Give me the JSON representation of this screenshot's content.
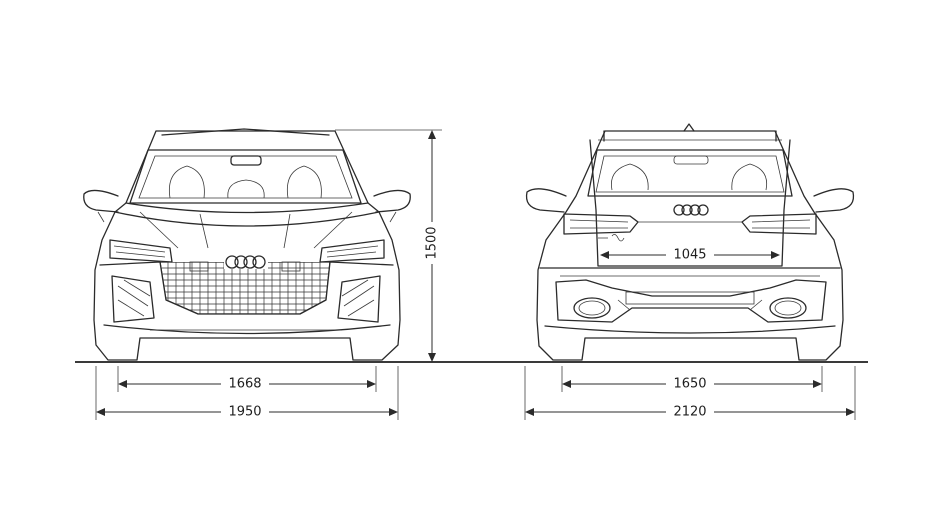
{
  "front_view": {
    "dimensions": {
      "track_width": "1668",
      "overall_width": "1950",
      "height": "1500"
    }
  },
  "rear_view": {
    "dimensions": {
      "trunk_opening_width": "1045",
      "track_width": "1650",
      "overall_width": "2120"
    }
  },
  "colors": {
    "line": "#2b2b2b",
    "background": "#ffffff"
  }
}
